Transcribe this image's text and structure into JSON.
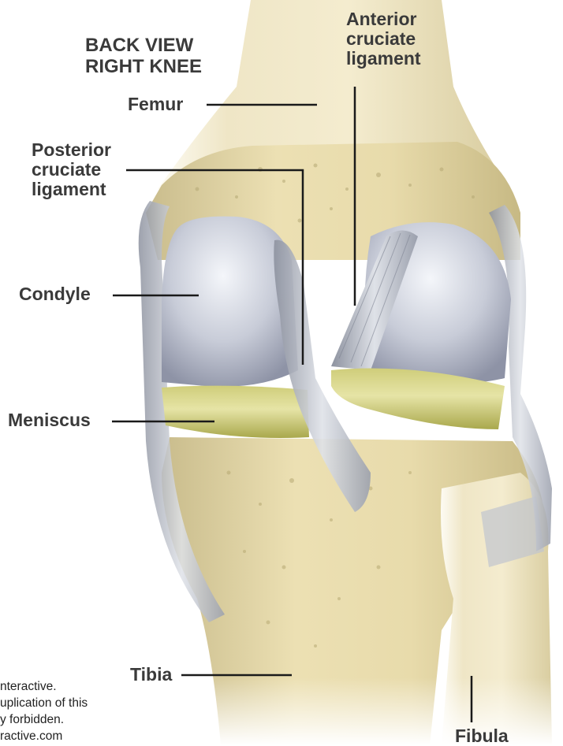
{
  "title": {
    "line1": "BACK VIEW",
    "line2": "RIGHT KNEE"
  },
  "labels": {
    "femur": "Femur",
    "acl": [
      "Anterior",
      "cruciate",
      "ligament"
    ],
    "pcl": [
      "Posterior",
      "cruciate",
      "ligament"
    ],
    "condyle": "Condyle",
    "meniscus": "Meniscus",
    "tibia": "Tibia",
    "fibula": "Fibula"
  },
  "copyright": [
    "nteractive.",
    "uplication of this",
    "y forbidden.",
    "ractive.com"
  ]
}
